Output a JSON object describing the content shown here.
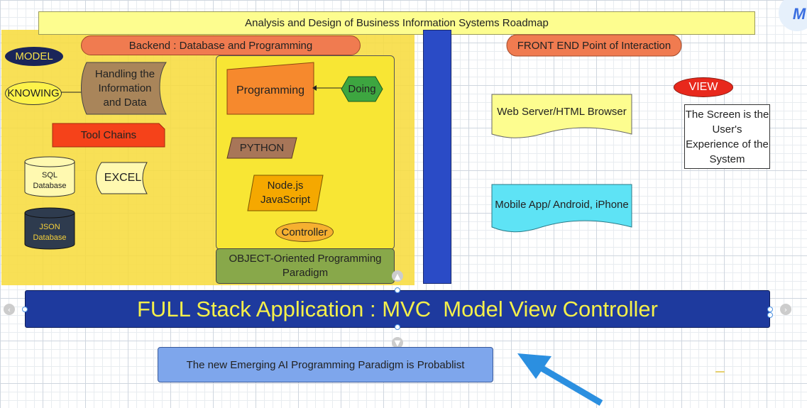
{
  "title": "Analysis and Design of Business Information Systems Roadmap",
  "backend": {
    "header": "Backend : Database and Programming",
    "model": "MODEL",
    "knowing": "KNOWING",
    "handling": "Handling the Information and Data",
    "tool_chains": "Tool Chains",
    "sql": "SQL Database",
    "excel": "EXCEL",
    "json": "JSON Database",
    "programming": "Programming",
    "doing": "Doing",
    "python": "PYTHON",
    "nodejs": "Node.js JavaScript",
    "controller": "Controller",
    "oop": "OBJECT-Oriented Programming Paradigm"
  },
  "frontend": {
    "header": "FRONT END Point of Interaction",
    "view": "VIEW",
    "screen": "The Screen is the User's Experience of the System",
    "web": "Web Server/HTML Browser",
    "mobile": "Mobile App/ Android, iPhone"
  },
  "full_stack": "FULL Stack Application : MVC  Model View Controller",
  "ai_note": "The new Emerging AI Programming Paradigm is Probablist",
  "colors": {
    "yellow_region": "#f7dc3f",
    "blue_bar": "#2244aa",
    "arrow": "#2b8fe0",
    "mvc_text": "#f5f04a"
  }
}
